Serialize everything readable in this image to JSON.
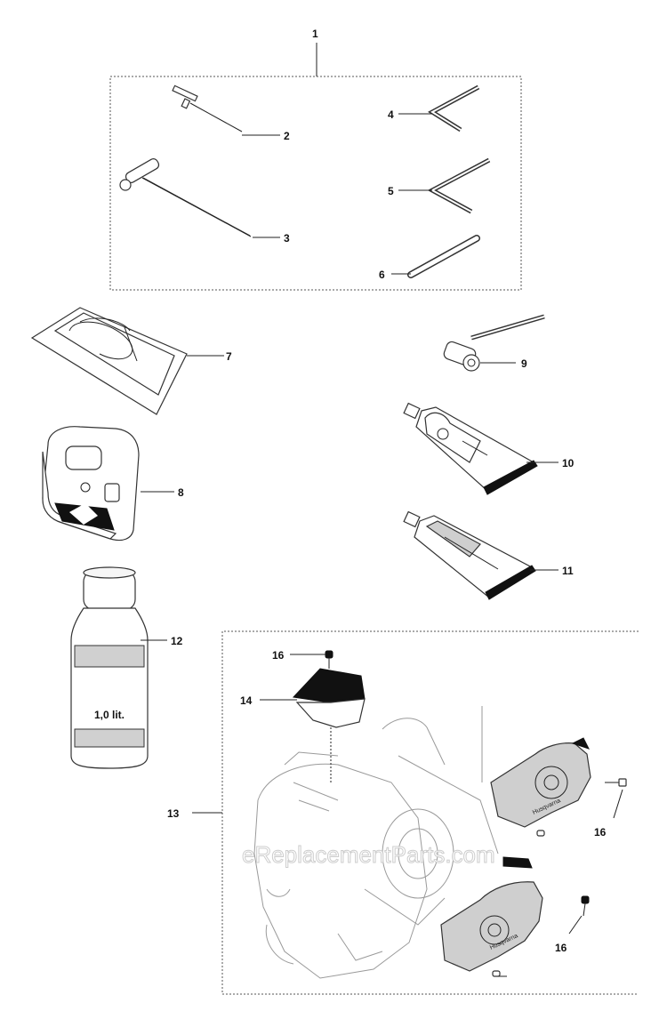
{
  "callouts": {
    "c1": "1",
    "c2": "2",
    "c3": "3",
    "c4": "4",
    "c5": "5",
    "c6": "6",
    "c7": "7",
    "c8": "8",
    "c9": "9",
    "c10": "10",
    "c11": "11",
    "c12": "12",
    "c13": "13",
    "c14": "14",
    "c16a": "16",
    "c16b": "16",
    "c16c": "16"
  },
  "bottle_label": "1,0 lit.",
  "watermark": "eReplacementParts.com"
}
